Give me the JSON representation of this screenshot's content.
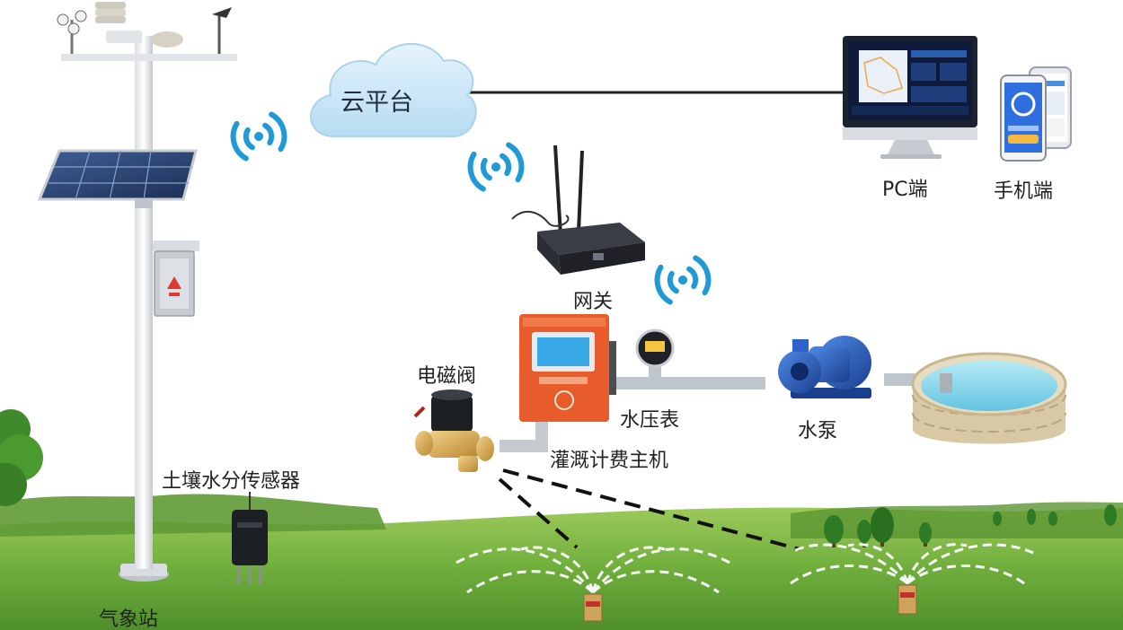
{
  "labels": {
    "cloud": "云平台",
    "pc": "PC端",
    "mobile": "手机端",
    "gateway": "网关",
    "valve": "电磁阀",
    "pressure": "水压表",
    "pump": "水泵",
    "host": "灌溉计费主机",
    "soil": "土壤水分传感器",
    "station": "气象站"
  },
  "colors": {
    "cloud": "#cde6f6",
    "signal": "#1f9ad6",
    "controller": "#e85b2a",
    "pump": "#2a63c9",
    "grass": "#6fae3c",
    "sky": "#ffffff",
    "pool_water": "#8fd6ec"
  },
  "icons": [
    "cloud-icon",
    "wifi-icon",
    "gateway-router-icon",
    "monitor-icon",
    "phone-icon",
    "solar-panel-icon",
    "weather-station-icon",
    "solenoid-valve-icon",
    "pressure-gauge-icon",
    "water-pump-icon",
    "pool-icon",
    "sprinkler-icon",
    "soil-sensor-icon",
    "tree-icon"
  ]
}
